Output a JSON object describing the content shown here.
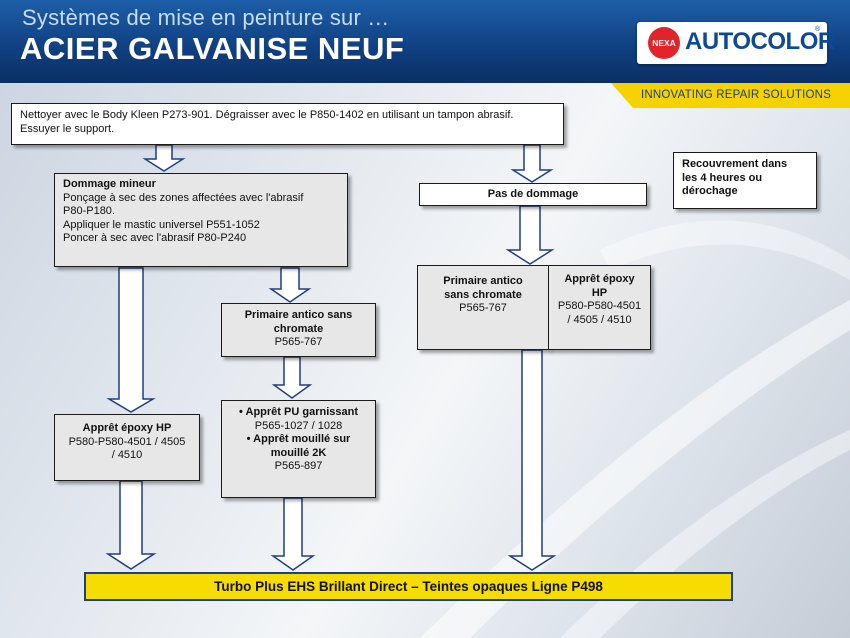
{
  "header": {
    "subtitle": "Systèmes de mise en peinture sur …",
    "title": "ACIER GALVANISE NEUF",
    "logo_badge": "NEXA",
    "logo_brand": "AUTOCOLOR",
    "logo_reg": "®",
    "tagline": "INNOVATING REPAIR SOLUTIONS"
  },
  "boxes": {
    "prep": {
      "line1": "Nettoyer avec le Body Kleen P273-901. Dégraisser avec le  P850-1402 en utilisant un tampon abrasif.",
      "line2": "Essuyer le support."
    },
    "recoat": {
      "line1": "Recouvrement dans",
      "line2": "les 4 heures ou",
      "line3": "dérochage"
    },
    "minor": {
      "title": "Dommage mineur",
      "line1": "Ponçage à sec des zones affectées avec l'abrasif",
      "line2": "P80-P180.",
      "line3": "Appliquer le mastic universel P551-1052",
      "line4": "Poncer à sec  avec l'abrasif P80-P240"
    },
    "no_damage": {
      "title": "Pas de dommage"
    },
    "primer_mid": {
      "title1": "Primaire antico sans",
      "title2": "chromate",
      "code": "P565-767"
    },
    "primer_right": {
      "title1": "Primaire antico",
      "title2": "sans chromate",
      "code": "P565-767"
    },
    "epoxy_right": {
      "title1": "Apprêt époxy",
      "title2": "HP",
      "code1": "P580-P580-4501",
      "code2": "/ 4505 / 4510"
    },
    "epoxy_left": {
      "title": "Apprêt époxy HP",
      "code1": "P580-P580-4501 / 4505",
      "code2": "/ 4510"
    },
    "pu": {
      "item1": "• Apprêt PU garnissant",
      "code1": "P565-1027 / 1028",
      "item2a": "• Apprêt mouillé sur",
      "item2b": "mouillé 2K",
      "code2": "P565-897"
    }
  },
  "final": {
    "text": "Turbo Plus EHS  Brillant Direct – Teintes opaques   Ligne P498"
  },
  "colors": {
    "header_blue": "#0f3f80",
    "tagline_yellow": "#f5d200",
    "final_yellow": "#f7dc00",
    "arrow_blue": "#1f3f7f"
  }
}
